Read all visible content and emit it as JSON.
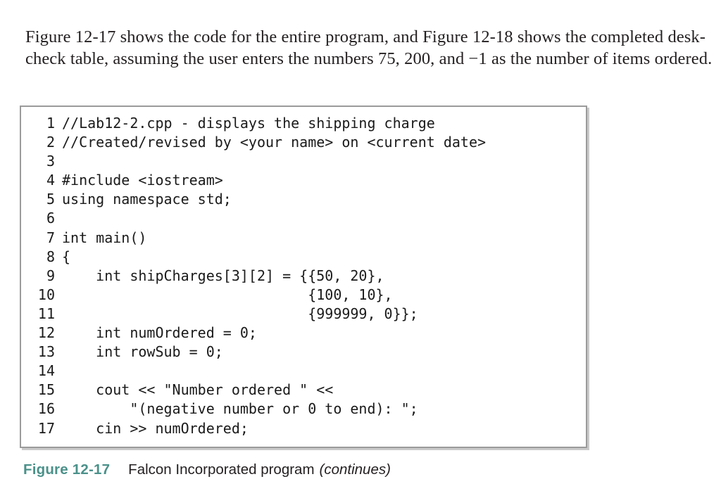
{
  "intro": {
    "paragraph": "Figure 12-17 shows the code for the entire program, and Figure 12-18 shows the completed desk-check table, assuming the user enters the numbers 75, 200, and −1 as the number of items ordered."
  },
  "code_figure": {
    "language": "cpp",
    "border_color": "#9b9b9b",
    "background_color": "#ffffff",
    "text_color": "#1a1a1a",
    "lines": [
      {
        "number": "1",
        "text": "//Lab12-2.cpp - displays the shipping charge"
      },
      {
        "number": "2",
        "text": "//Created/revised by <your name> on <current date>"
      },
      {
        "number": "3",
        "text": ""
      },
      {
        "number": "4",
        "text": "#include <iostream>"
      },
      {
        "number": "5",
        "text": "using namespace std;"
      },
      {
        "number": "6",
        "text": ""
      },
      {
        "number": "7",
        "text": "int main()"
      },
      {
        "number": "8",
        "text": "{"
      },
      {
        "number": "9",
        "text": "    int shipCharges[3][2] = {{50, 20},"
      },
      {
        "number": "10",
        "text": "                             {100, 10},"
      },
      {
        "number": "11",
        "text": "                             {999999, 0}};"
      },
      {
        "number": "12",
        "text": "    int numOrdered = 0;"
      },
      {
        "number": "13",
        "text": "    int rowSub = 0;"
      },
      {
        "number": "14",
        "text": ""
      },
      {
        "number": "15",
        "text": "    cout << \"Number ordered \" <<"
      },
      {
        "number": "16",
        "text": "        \"(negative number or 0 to end): \";"
      },
      {
        "number": "17",
        "text": "    cin >> numOrdered;"
      }
    ]
  },
  "caption": {
    "label": "Figure 12-17",
    "label_color": "#4b918a",
    "text": "Falcon Incorporated program",
    "note": "(continues)"
  }
}
